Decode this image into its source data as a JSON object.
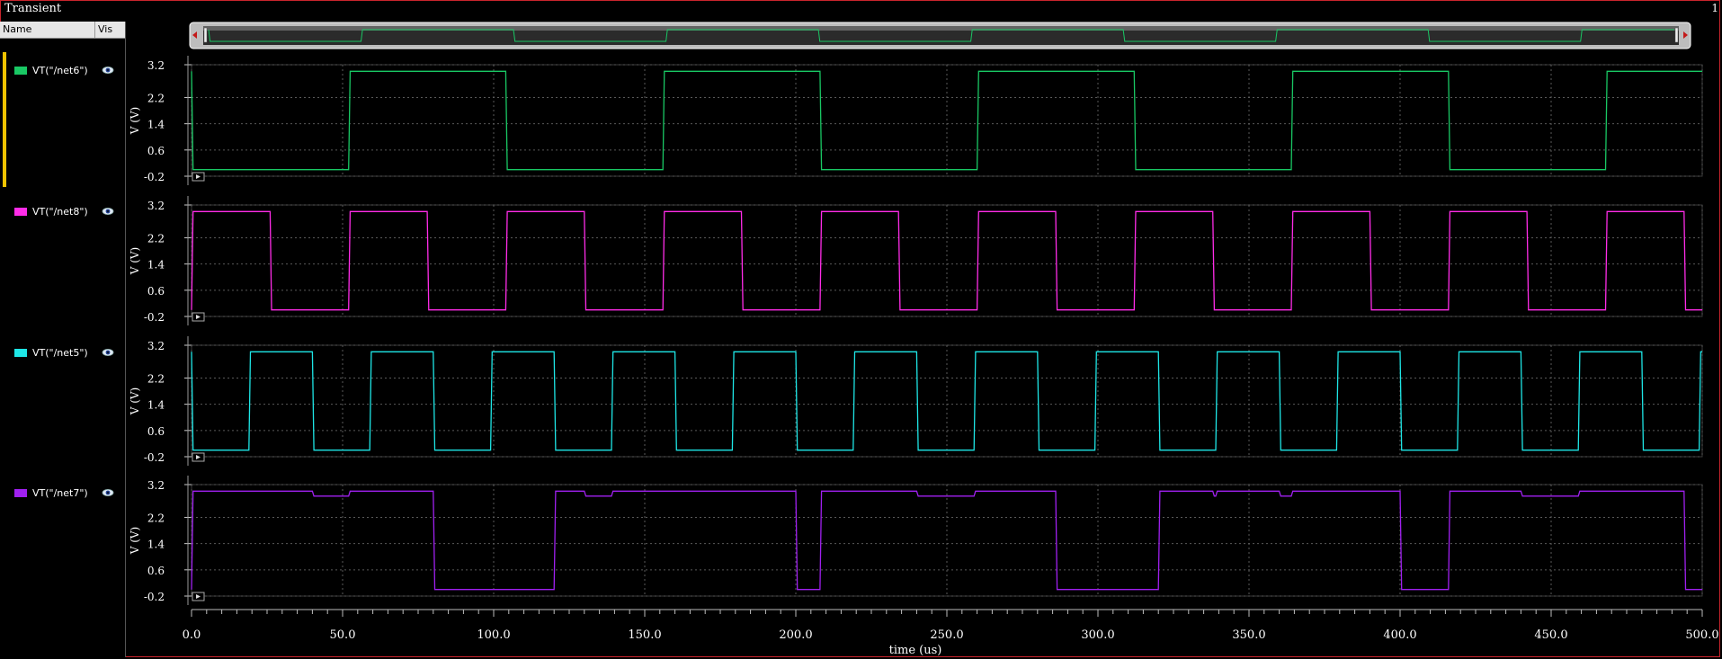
{
  "window": {
    "title": "Transient",
    "frame_number": "1"
  },
  "legend": {
    "header": {
      "name": "Name",
      "vis": "Vis"
    },
    "items": [
      {
        "label": "VT(\"/net6\")",
        "color": "#19c864",
        "icon": "eye-icon"
      },
      {
        "label": "VT(\"/net8\")",
        "color": "#ff2ce8",
        "icon": "eye-icon"
      },
      {
        "label": "VT(\"/net5\")",
        "color": "#1ee6e6",
        "icon": "eye-icon"
      },
      {
        "label": "VT(\"/net7\")",
        "color": "#a020f0",
        "icon": "eye-icon"
      }
    ]
  },
  "chart_data": {
    "type": "line",
    "xlabel": "time (us)",
    "ylabel": "V (V)",
    "xlim": [
      0,
      500
    ],
    "ylim": [
      -0.2,
      3.2
    ],
    "x_ticks": [
      "0.0",
      "50.0",
      "100.0",
      "150.0",
      "200.0",
      "250.0",
      "300.0",
      "350.0",
      "400.0",
      "450.0",
      "500.0"
    ],
    "y_ticks": [
      "3.2",
      "2.2",
      "1.4",
      "0.6",
      "-0.2"
    ],
    "grid": true,
    "series": [
      {
        "name": "VT(\"/net6\")",
        "color": "#19c864",
        "x": [
          0,
          0.5,
          52,
          52.5,
          104,
          104.5,
          156,
          156.5,
          208,
          208.5,
          260,
          260.5,
          312,
          312.5,
          364,
          364.5,
          416,
          416.5,
          468,
          468.5,
          500
        ],
        "y": [
          3.0,
          0.0,
          0.0,
          3.0,
          3.0,
          0.0,
          0.0,
          3.0,
          3.0,
          0.0,
          0.0,
          3.0,
          3.0,
          0.0,
          0.0,
          3.0,
          3.0,
          0.0,
          0.0,
          3.0,
          3.0
        ]
      },
      {
        "name": "VT(\"/net8\")",
        "color": "#ff2ce8",
        "x": [
          0,
          0.5,
          26,
          26.5,
          52,
          52.5,
          78,
          78.5,
          104,
          104.5,
          130,
          130.5,
          156,
          156.5,
          182,
          182.5,
          208,
          208.5,
          234,
          234.5,
          260,
          260.5,
          286,
          286.5,
          312,
          312.5,
          338,
          338.5,
          364,
          364.5,
          390,
          390.5,
          416,
          416.5,
          442,
          442.5,
          468,
          468.5,
          494,
          494.5,
          500
        ],
        "y": [
          0.0,
          3.0,
          3.0,
          0.0,
          0.0,
          3.0,
          3.0,
          0.0,
          0.0,
          3.0,
          3.0,
          0.0,
          0.0,
          3.0,
          3.0,
          0.0,
          0.0,
          3.0,
          3.0,
          0.0,
          0.0,
          3.0,
          3.0,
          0.0,
          0.0,
          3.0,
          3.0,
          0.0,
          0.0,
          3.0,
          3.0,
          0.0,
          0.0,
          3.0,
          3.0,
          0.0,
          0.0,
          3.0,
          3.0,
          0.0,
          0.0
        ]
      },
      {
        "name": "VT(\"/net5\")",
        "color": "#1ee6e6",
        "x": [
          0,
          0.5,
          19,
          19.5,
          40,
          40.5,
          59,
          59.5,
          80,
          80.5,
          99,
          99.5,
          120,
          120.5,
          139,
          139.5,
          160,
          160.5,
          179,
          179.5,
          200,
          200.5,
          219,
          219.5,
          240,
          240.5,
          259,
          259.5,
          280,
          280.5,
          299,
          299.5,
          320,
          320.5,
          339,
          339.5,
          360,
          360.5,
          379,
          379.5,
          400,
          400.5,
          419,
          419.5,
          440,
          440.5,
          459,
          459.5,
          480,
          480.5,
          499,
          499.5,
          500
        ],
        "y": [
          3.0,
          0.0,
          0.0,
          3.0,
          3.0,
          0.0,
          0.0,
          3.0,
          3.0,
          0.0,
          0.0,
          3.0,
          3.0,
          0.0,
          0.0,
          3.0,
          3.0,
          0.0,
          0.0,
          3.0,
          3.0,
          0.0,
          0.0,
          3.0,
          3.0,
          0.0,
          0.0,
          3.0,
          3.0,
          0.0,
          0.0,
          3.0,
          3.0,
          0.0,
          0.0,
          3.0,
          3.0,
          0.0,
          0.0,
          3.0,
          3.0,
          0.0,
          0.0,
          3.0,
          3.0,
          0.0,
          0.0,
          3.0,
          3.0,
          0.0,
          0.0,
          3.0,
          3.0
        ]
      },
      {
        "name": "VT(\"/net7\")",
        "color": "#a020f0",
        "x": [
          0,
          0.5,
          40,
          40.5,
          52,
          52.5,
          80,
          80.5,
          120,
          120.5,
          130,
          130.5,
          139,
          139.5,
          200,
          200.5,
          208,
          208.5,
          240,
          240.5,
          259,
          259.5,
          286,
          286.5,
          320,
          320.5,
          338,
          338.5,
          339,
          339.5,
          360,
          360.5,
          364,
          364.5,
          400,
          400.5,
          416,
          416.5,
          440,
          440.5,
          459,
          459.5,
          494,
          494.5,
          500
        ],
        "y": [
          0.0,
          3.0,
          3.0,
          2.85,
          2.85,
          3.0,
          3.0,
          0.0,
          0.0,
          3.0,
          3.0,
          2.85,
          2.85,
          3.0,
          3.0,
          0.0,
          0.0,
          3.0,
          3.0,
          2.85,
          2.85,
          3.0,
          3.0,
          0.0,
          0.0,
          3.0,
          3.0,
          2.85,
          2.85,
          3.0,
          3.0,
          2.85,
          2.85,
          3.0,
          3.0,
          0.0,
          0.0,
          3.0,
          3.0,
          2.85,
          2.85,
          3.0,
          3.0,
          0.0,
          0.0
        ]
      }
    ]
  }
}
